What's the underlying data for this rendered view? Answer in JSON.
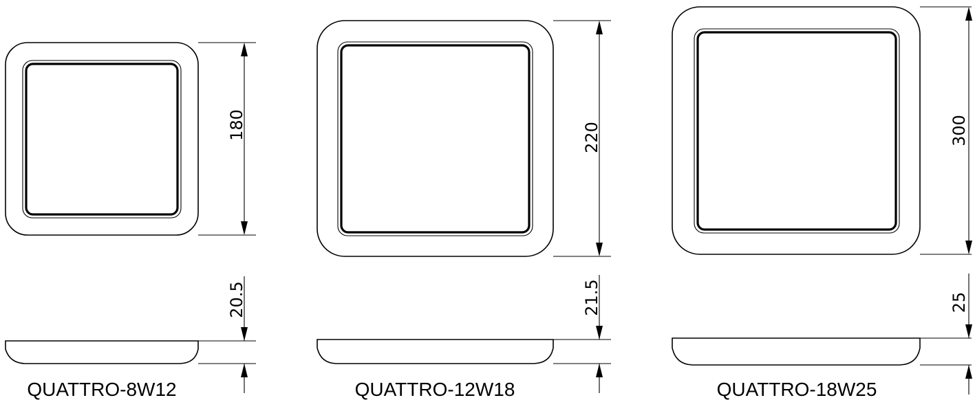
{
  "products": [
    {
      "model": "QUATTRO-8W12",
      "width_dim": "180",
      "height_dim": "20.5"
    },
    {
      "model": "QUATTRO-12W18",
      "width_dim": "220",
      "height_dim": "21.5"
    },
    {
      "model": "QUATTRO-18W25",
      "width_dim": "300",
      "height_dim": "25"
    }
  ]
}
